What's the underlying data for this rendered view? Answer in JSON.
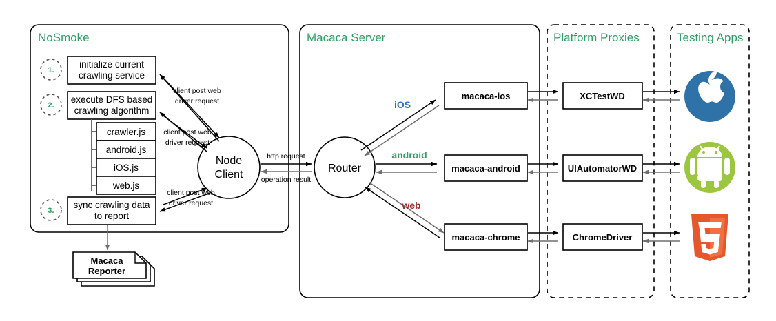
{
  "panels": [
    {
      "key": "nosmoke",
      "title": "NoSmoke",
      "style": "solid"
    },
    {
      "key": "macaca_server",
      "title": "Macaca Server",
      "style": "solid"
    },
    {
      "key": "platform_proxies",
      "title": "Platform Proxies",
      "style": "dashed"
    },
    {
      "key": "testing_apps",
      "title": "Testing Apps",
      "style": "dashed"
    }
  ],
  "nosmoke": {
    "steps": [
      {
        "num": "1.",
        "line1": "initialize current",
        "line2": "crawling service"
      },
      {
        "num": "2.",
        "line1": "execute DFS based",
        "line2": "crawling algorithm"
      },
      {
        "num": "3.",
        "line1": "sync crawling data",
        "line2": "to report"
      }
    ],
    "modules": [
      "crawler.js",
      "android.js",
      "iOS.js",
      "web.js"
    ],
    "node_client": {
      "line1": "Node",
      "line2": "Client"
    },
    "reporter": {
      "line1": "Macaca",
      "line2": "Reporter"
    },
    "request_labels": [
      {
        "line1": "client post web",
        "line2": "driver request"
      },
      {
        "line1": "client post web",
        "line2": "driver request"
      },
      {
        "line1": "client post web",
        "line2": "driver request"
      }
    ]
  },
  "macaca_server": {
    "router": "Router",
    "http_request_label": "http request",
    "operation_result_label": "operation result",
    "drivers": [
      {
        "label": "macaca-ios",
        "protocol": "iOS",
        "protocol_color": "#2f72c4"
      },
      {
        "label": "macaca-android",
        "protocol": "android",
        "protocol_color": "#2e9e63"
      },
      {
        "label": "macaca-chrome",
        "protocol": "web",
        "protocol_color": "#9e2b2b"
      }
    ]
  },
  "platform_proxies": {
    "items": [
      "XCTestWD",
      "UIAutomatorWD",
      "ChromeDriver"
    ]
  },
  "testing_apps": {
    "items": [
      {
        "name": "apple-icon",
        "color": "#2f72a8"
      },
      {
        "name": "android-icon",
        "color": "#9dc63f"
      },
      {
        "name": "html5-icon",
        "color": "#e8562b"
      }
    ]
  },
  "colors": {
    "panel_title": "#2e9e63",
    "ios": "#2f72c4",
    "android": "#2e9e63",
    "web": "#9e2b2b"
  }
}
